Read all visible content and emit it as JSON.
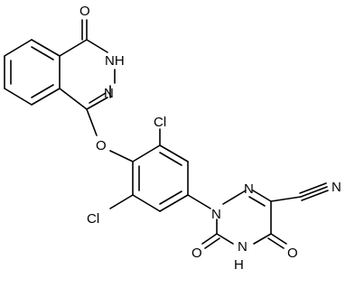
{
  "molecule": {
    "atoms": {
      "o_carbonyl_top": "O",
      "nh_phthalazinone": "NH",
      "n_phthalazine": "N",
      "o_ether": "O",
      "cl_upper": "Cl",
      "cl_lower": "Cl",
      "n_triazine_1": "N",
      "n_triazine_2": "N",
      "n_nitrile": "N",
      "nh_triazine": "H",
      "n_triazine_4": "N",
      "o_triazine_3": "O",
      "o_triazine_5": "O"
    }
  }
}
